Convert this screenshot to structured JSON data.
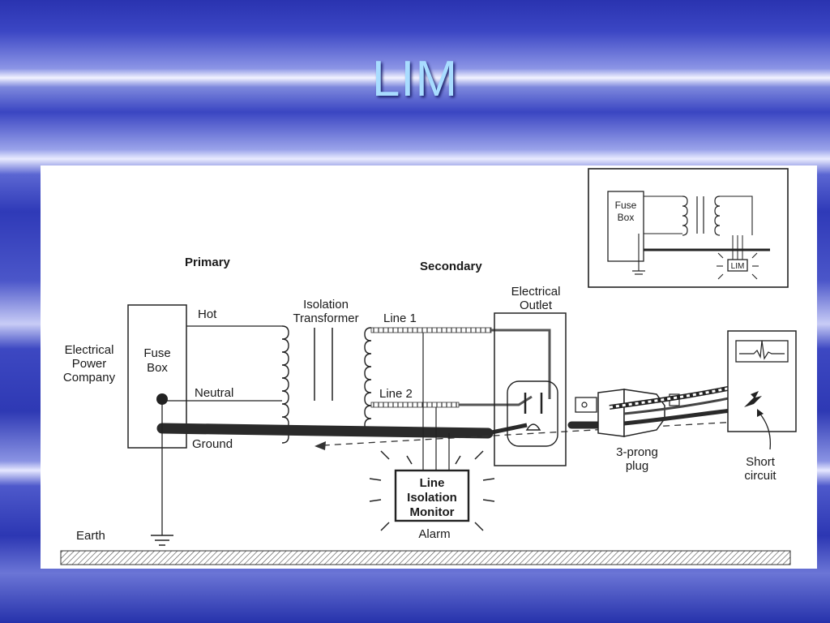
{
  "slide": {
    "title": "LIM"
  },
  "diagram": {
    "primary": "Primary",
    "secondary": "Secondary",
    "power_company": [
      "Electrical",
      "Power",
      "Company"
    ],
    "fuse_box": [
      "Fuse",
      "Box"
    ],
    "hot": "Hot",
    "neutral": "Neutral",
    "ground": "Ground",
    "isolation_transformer": [
      "Isolation",
      "Transformer"
    ],
    "line1": "Line 1",
    "line2": "Line 2",
    "electrical_outlet": [
      "Electrical",
      "Outlet"
    ],
    "monitor": [
      "Line",
      "Isolation",
      "Monitor"
    ],
    "alarm": "Alarm",
    "plug": [
      "3-prong",
      "plug"
    ],
    "short_circuit": [
      "Short",
      "circuit"
    ],
    "earth": "Earth",
    "inset": {
      "fuse_box": [
        "Fuse",
        "Box"
      ],
      "lim": "LIM"
    }
  }
}
